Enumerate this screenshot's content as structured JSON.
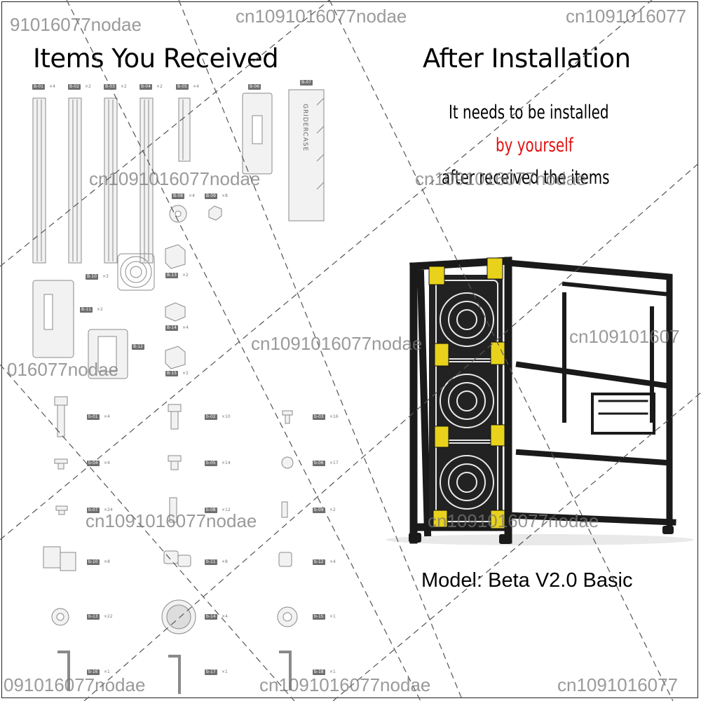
{
  "headings": {
    "left": "Items You Received",
    "right": "After Installation"
  },
  "install_note": {
    "line1": "It needs to be installed",
    "line2": "by yourself",
    "line3": "after received the items",
    "highlight_color": "#e01010"
  },
  "model_label": "Model: Beta V2.0 Basic",
  "product_brand_print": "GRIDERCASE",
  "accent_color": "#e8d21c",
  "watermark": "cn1091016077nodae",
  "watermark_fragments": {
    "top_left": "91016077nodae",
    "top_right": "cn1091016077",
    "mid_left": "016077nodae",
    "mid_right": "cn109101607",
    "bottom_left": "091016077nodae"
  },
  "parts": {
    "b01": {
      "code": "B-01",
      "qty": "×4"
    },
    "b02": {
      "code": "B-02",
      "qty": "×2"
    },
    "b03": {
      "code": "B-03",
      "qty": "×2"
    },
    "b04": {
      "code": "B-04",
      "qty": "×2"
    },
    "b05": {
      "code": "B-05",
      "qty": "×4"
    },
    "b06": {
      "code": "B-06",
      "qty": ""
    },
    "b07": {
      "code": "B-07",
      "qty": ""
    },
    "b08": {
      "code": "B-08",
      "qty": "×4"
    },
    "b09": {
      "code": "B-09",
      "qty": "×8"
    },
    "b10": {
      "code": "B-10",
      "qty": "×3"
    },
    "b11": {
      "code": "B-11",
      "qty": "×2"
    },
    "b12": {
      "code": "B-12",
      "qty": ""
    },
    "b13": {
      "code": "B-13",
      "qty": "×2"
    },
    "b14": {
      "code": "B-14",
      "qty": "×4"
    },
    "b15": {
      "code": "B-15",
      "qty": "×2"
    }
  },
  "screws": {
    "s01": {
      "code": "b-01",
      "qty": "×4"
    },
    "s02": {
      "code": "b-02",
      "qty": "×10"
    },
    "s03": {
      "code": "b-03",
      "qty": "×16"
    },
    "s04": {
      "code": "b-04",
      "qty": "×4"
    },
    "s05": {
      "code": "b-05",
      "qty": "×14"
    },
    "s06": {
      "code": "b-06",
      "qty": "×17"
    },
    "s07": {
      "code": "b-07",
      "qty": "×24"
    },
    "s08": {
      "code": "b-08",
      "qty": "×12"
    },
    "s09": {
      "code": "b-09",
      "qty": "×2"
    },
    "s10": {
      "code": "b-10",
      "qty": "×8"
    },
    "s11": {
      "code": "b-11",
      "qty": "×8"
    },
    "s12": {
      "code": "b-12",
      "qty": "×4"
    },
    "s13": {
      "code": "b-13",
      "qty": "×22"
    },
    "s14": {
      "code": "b-14",
      "qty": "×4"
    },
    "s15": {
      "code": "b-15",
      "qty": "×1"
    },
    "s16": {
      "code": "b-16",
      "qty": "×1"
    },
    "s17": {
      "code": "b-17",
      "qty": "×1"
    },
    "s18": {
      "code": "b-18",
      "qty": "×1"
    }
  }
}
